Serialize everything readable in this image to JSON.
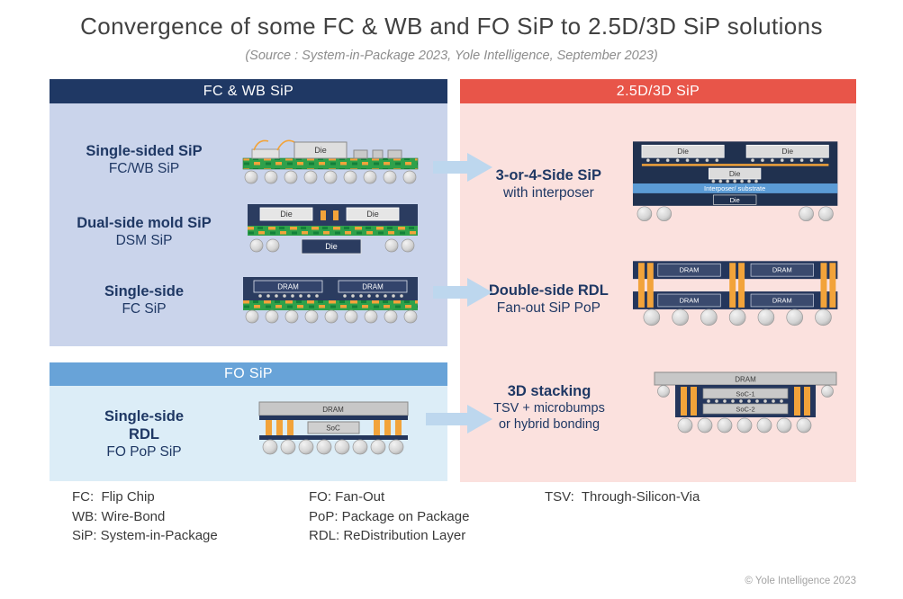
{
  "title": "Convergence of some FC & WB and FO SiP to 2.5D/3D SiP solutions",
  "subtitle": "(Source : System-in-Package 2023, Yole Intelligence, September 2023)",
  "panels": {
    "fcwb": {
      "header": "FC & WB SiP",
      "items": [
        {
          "title": "Single-sided SiP",
          "subtitle": "FC/WB SiP"
        },
        {
          "title": "Dual-side mold SiP",
          "subtitle": "DSM SiP"
        },
        {
          "title": "Single-side",
          "subtitle": "FC SiP"
        }
      ]
    },
    "fo": {
      "header": "FO SiP",
      "item": {
        "title_line1": "Single-side",
        "title_line2": "RDL",
        "subtitle": "FO PoP SiP"
      }
    },
    "sip25d3d": {
      "header": "2.5D/3D SiP",
      "items": [
        {
          "title": "3-or-4-Side SiP",
          "subtitle": "with interposer"
        },
        {
          "title": "Double-side RDL",
          "subtitle": "Fan-out SiP PoP"
        },
        {
          "title": "3D stacking",
          "subtitle": "TSV + microbumps",
          "subtitle2": "or hybrid bonding"
        }
      ]
    }
  },
  "chip_labels": {
    "die": "Die",
    "dram": "DRAM",
    "soc": "SoC",
    "soc1": "SoC-1",
    "soc2": "SoC-2",
    "interposer": "Interposer/ substrate"
  },
  "legend": {
    "col1": [
      "FC:  Flip Chip",
      "WB: Wire-Bond",
      "SiP: System-in-Package"
    ],
    "col2": [
      "FO: Fan-Out",
      "PoP: Package on Package",
      "RDL: ReDistribution Layer"
    ],
    "col3": [
      "TSV:  Through-Silicon-Via"
    ]
  },
  "copyright": "© Yole Intelligence 2023",
  "colors": {
    "navy": "#1f3864",
    "fo_blue": "#68a3d8",
    "red": "#e85549",
    "panel_fcwb_bg": "#cad4eb",
    "panel_fo_bg": "#dcedf7",
    "panel_right_bg": "#fbe1de",
    "arrow_blue": "#bdd7ee",
    "pcb_green": "#2fa14b",
    "pillar_orange": "#f2a33a",
    "mold_navy": "#24365c",
    "interposer_blue": "#5b9bd5"
  }
}
